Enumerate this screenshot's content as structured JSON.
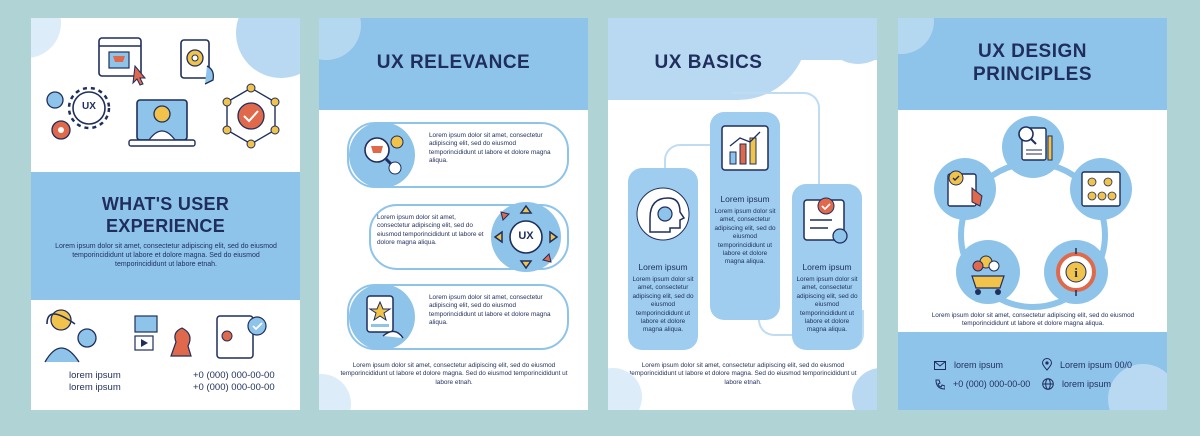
{
  "brochure": {
    "page1": {
      "title_line1": "WHAT'S USER",
      "title_line2": "EXPERIENCE",
      "body": "Lorem ipsum dolor sit amet, consectetur adipiscing elit, sed do eiusmod temporincididunt ut labore et dolore magna. Sed do eiusmod temporincididunt ut labore etnah.",
      "contact_left": [
        "lorem ipsum",
        "lorem ipsum"
      ],
      "contact_right": [
        "+0 (000) 000-00-00",
        "+0 (000) 000-00-00"
      ]
    },
    "page2": {
      "title": "UX RELEVANCE",
      "item_text": "Lorem ipsum dolor sit amet, consectetur adipiscing elit, sed do eiusmod temporincididunt ut labore et dolore magna aliqua.",
      "item_text_alt": "Lorem ipsum dolor sit amet, consectetur adipiscing elit, sed do eiusmod temporincididunt ut labore et dolore magna aliqua.",
      "footer": "Lorem ipsum dolor sit amet, consectetur adipiscing elit, sed do eiusmod temporincididunt ut labore et dolore magna. Sed do eiusmod temporincididunt ut labore etnah."
    },
    "page3": {
      "title": "UX BASICS",
      "col_label": "Lorem ipsum",
      "col_text": "Lorem ipsum dolor sit amet, consectetur adipiscing elit, sed do eiusmod temporincididunt ut labore et dolore magna aliqua.",
      "footer": "Lorem ipsum dolor sit amet, consectetur adipiscing elit, sed do eiusmod temporincididunt ut labore et dolore magna. Sed do eiusmod temporincididunt ut labore etnah."
    },
    "page4": {
      "title_line1": "UX DESIGN",
      "title_line2": "PRINCIPLES",
      "body": "Lorem ipsum dolor sit amet, consectetur adipiscing elit, sed do eiusmod temporincididunt ut labore et dolore magna aliqua.",
      "contact_email": "lorem ipsum",
      "contact_address": "Lorem ipsum 00/0",
      "contact_phone": "+0 (000) 000-00-00",
      "contact_web": "lorem ipsum"
    },
    "icons": {
      "ux_gear_label": "UX",
      "ux_circle_label": "UX"
    },
    "colors": {
      "background": "#b0d3d6",
      "accent": "#8ec3ea",
      "navy": "#1f2e5c",
      "light": "#b9d9f2"
    }
  }
}
